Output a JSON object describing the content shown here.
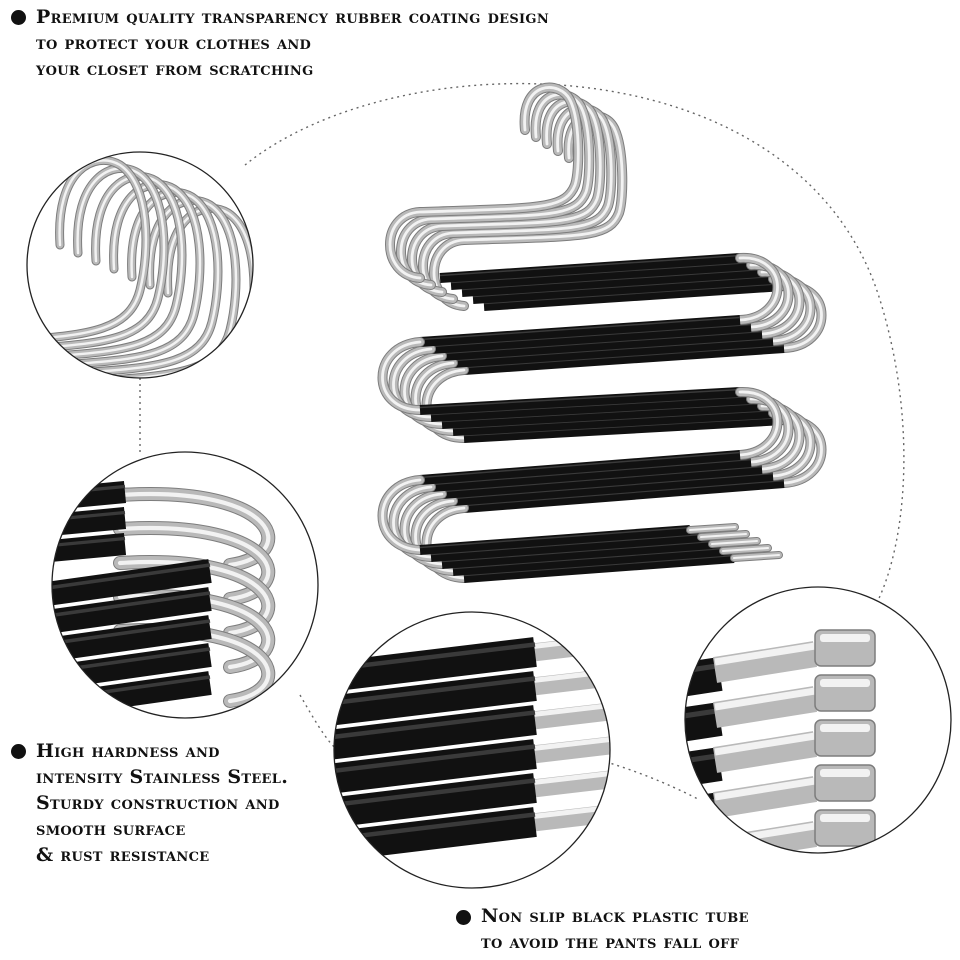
{
  "features": [
    {
      "lines": [
        "Premium quality transparency rubber coating design",
        "to protect your clothes and",
        "your closet from scratching"
      ]
    },
    {
      "lines": [
        "High hardness and",
        "intensity Stainless Steel.",
        "Sturdy construction and",
        "smooth surface",
        "& rust resistance"
      ]
    },
    {
      "lines": [
        "Non slip black plastic tube",
        "to avoid the pants fall off"
      ]
    }
  ],
  "colors": {
    "steel_light": "#f2f2f2",
    "steel_mid": "#b9b9b9",
    "steel_dark": "#7d7d7d",
    "rubber": "#111111",
    "rubber_highlight": "#3a3a3a",
    "circle_border": "#222222",
    "dotted_line": "#555555"
  }
}
